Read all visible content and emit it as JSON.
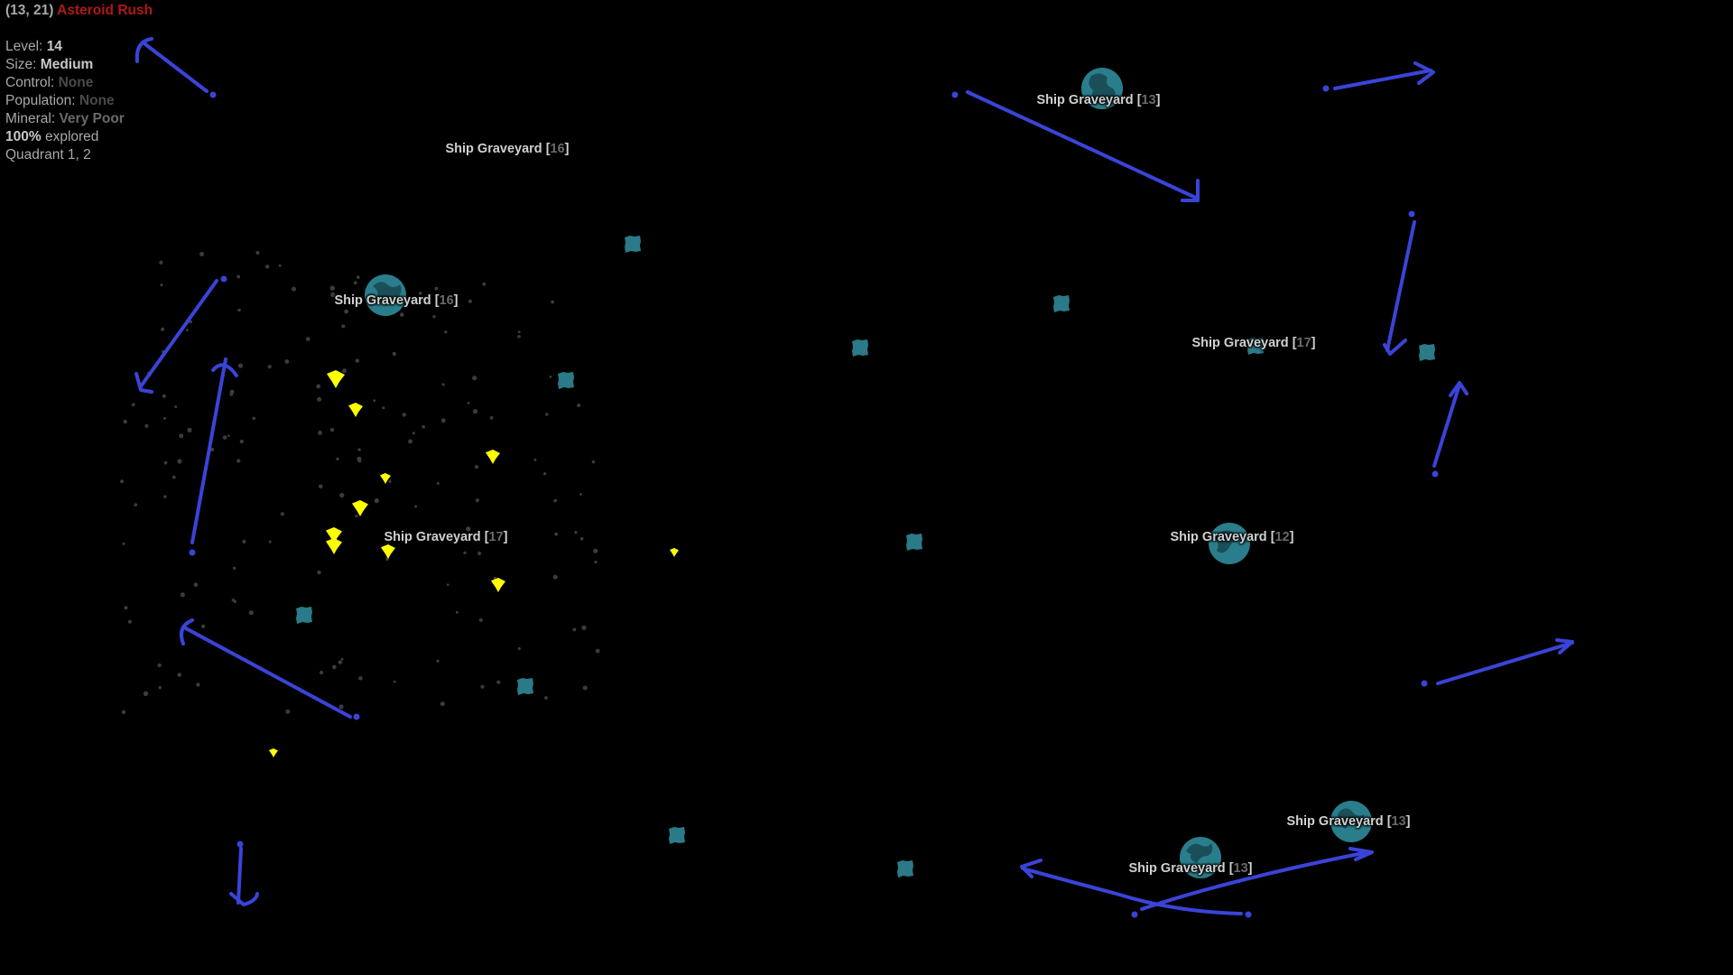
{
  "info_panel": {
    "coords": "(13, 21)",
    "system_name": "Asteroid Rush",
    "level_label": "Level:",
    "level_value": "14",
    "size_label": "Size:",
    "size_value": "Medium",
    "control_label": "Control:",
    "control_value": "None",
    "population_label": "Population:",
    "population_value": "None",
    "mineral_label": "Mineral:",
    "mineral_value": "Very Poor",
    "explored_value": "100%",
    "explored_label": "explored",
    "quadrant": "Quadrant 1, 2"
  },
  "graveyards": [
    {
      "name": "Ship Graveyard",
      "open": "[",
      "level": "16",
      "close": "]"
    },
    {
      "name": "Ship Graveyard",
      "open": "[",
      "level": "16",
      "close": "]"
    },
    {
      "name": "Ship Graveyard",
      "open": "[",
      "level": "13",
      "close": "]"
    },
    {
      "name": "Ship Graveyard",
      "open": "[",
      "level": "17",
      "close": "]"
    },
    {
      "name": "Ship Graveyard",
      "open": "[",
      "level": "17",
      "close": "]"
    },
    {
      "name": "Ship Graveyard",
      "open": "[",
      "level": "12",
      "close": "]"
    },
    {
      "name": "Ship Graveyard",
      "open": "[",
      "level": "13",
      "close": "]"
    },
    {
      "name": "Ship Graveyard",
      "open": "[",
      "level": "13",
      "close": "]"
    }
  ],
  "colors": {
    "background": "#000000",
    "system_name": "#b01818",
    "planet": "#2a7e8c",
    "planet_dark": "#1a4f5a",
    "asteroid": "#2a7a88",
    "ship": "#ffff00",
    "debris": "#3c3c3c",
    "arrow": "#3a44d8"
  },
  "icons": {
    "planet": "planet-icon",
    "asteroid": "asteroid-icon",
    "ship": "ship-icon",
    "debris": "debris-dot",
    "arrow": "drift-arrow"
  }
}
